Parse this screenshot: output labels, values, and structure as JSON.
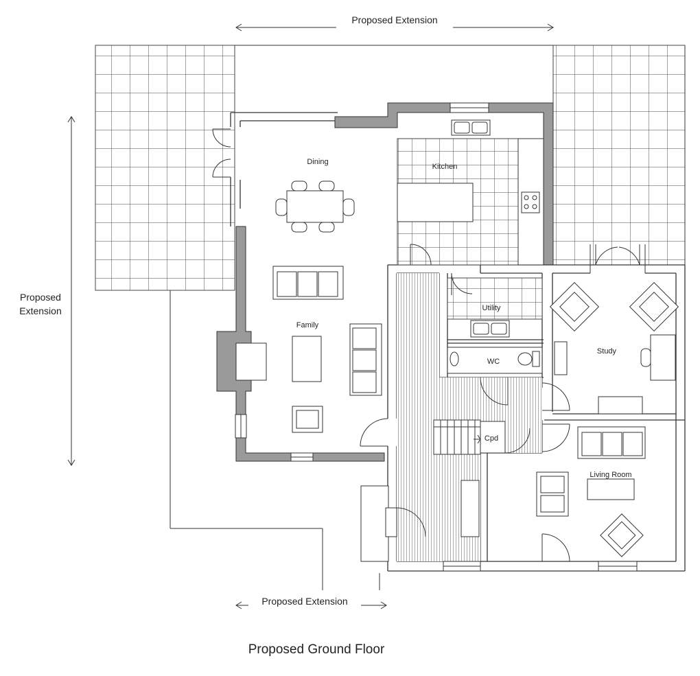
{
  "labels": {
    "extension_top": "Proposed Extension",
    "extension_left_1": "Proposed",
    "extension_left_2": "Extension",
    "extension_bottom": "Proposed Extension",
    "title": "Proposed Ground Floor"
  },
  "rooms": {
    "dining": "Dining",
    "kitchen": "Kitchen",
    "family": "Family",
    "utility": "Utility",
    "wc": "WC",
    "study": "Study",
    "cpd": "Cpd",
    "living": "Living Room"
  },
  "colors": {
    "wall_fill": "#9a9a9a",
    "line": "#333333",
    "background": "#ffffff"
  }
}
